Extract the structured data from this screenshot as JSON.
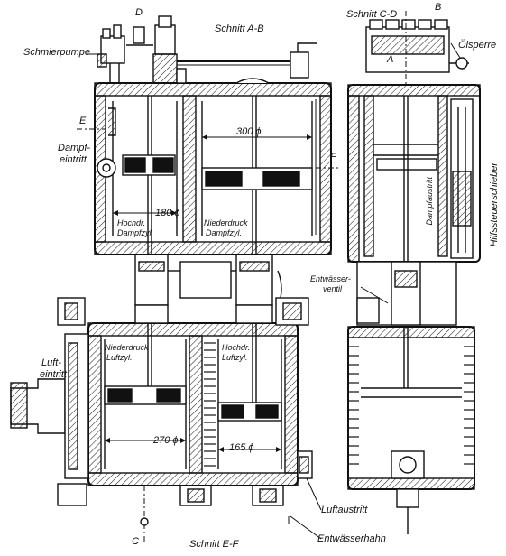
{
  "labels": {
    "schnitt_ab": "Schnitt A-B",
    "schnitt_cd": "Schnitt C-D",
    "schnitt_ef": "Schnitt E-F",
    "schmierpumpe": "Schmierpumpe",
    "oelsperre": "Ölsperre",
    "dampf_eintritt_1": "Dampf-",
    "dampf_eintritt_2": "eintritt",
    "dim_300": "300 ϕ",
    "dim_180": "180 ϕ",
    "dim_270": "270 ϕ",
    "dim_165": "165 ϕ",
    "hochdr_dampf_1": "Hochdr.",
    "hochdr_dampf_2": "Dampfzyl.",
    "niederdr_dampf_1": "Niederdruck",
    "niederdr_dampf_2": "Dampfzyl.",
    "dampfaustritt": "Dampfaustritt",
    "hilfssteuerschieber": "Hilfssteuerschieber",
    "entwaesser_ventil_1": "Entwässer-",
    "entwaesser_ventil_2": "ventil",
    "niederdr_luft_1": "Niederdruck",
    "niederdr_luft_2": "Luftzyl.",
    "hochdr_luft_1": "Hochdr.",
    "hochdr_luft_2": "Luftzyl.",
    "luft_eintritt_1": "Luft-",
    "luft_eintritt_2": "eintritt",
    "luftaustritt": "Luftaustritt",
    "entwaesserhahn": "Entwässerhahn",
    "mark_a": "A",
    "mark_b": "B",
    "mark_c": "C",
    "mark_d": "D",
    "mark_e": "E",
    "mark_f": "F"
  }
}
